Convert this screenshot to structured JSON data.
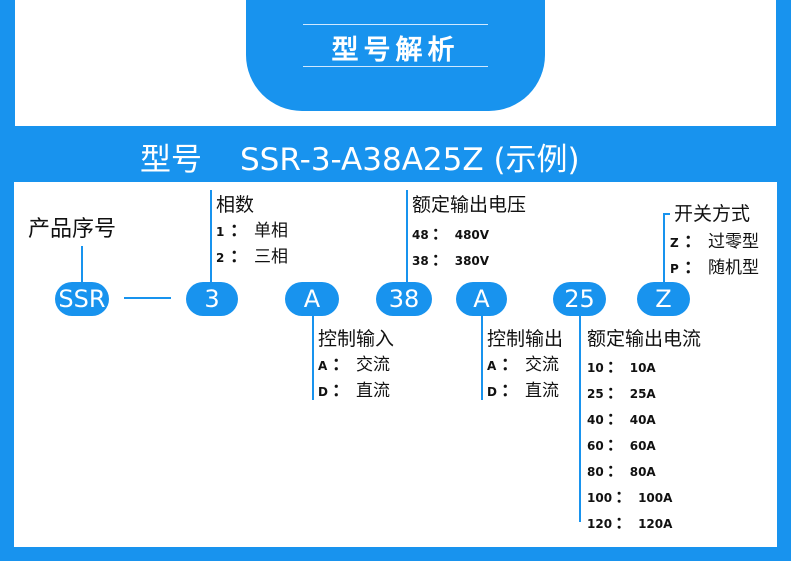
{
  "header": {
    "title": "型号解析",
    "model_label": "型号",
    "model_value": "SSR-3-A38A25Z (示例)"
  },
  "colors": {
    "accent": "#1893ee",
    "background": "#ffffff",
    "text": "#111111"
  },
  "segments": {
    "product": {
      "code": "SSR",
      "title": "产品序号"
    },
    "phase": {
      "code": "3",
      "title": "相数",
      "options": [
        {
          "code": "1",
          "text": "单相"
        },
        {
          "code": "2",
          "text": "三相"
        }
      ]
    },
    "input": {
      "code": "A",
      "title": "控制输入",
      "options": [
        {
          "code": "A",
          "text": "交流"
        },
        {
          "code": "D",
          "text": "直流"
        }
      ]
    },
    "voltage": {
      "code": "38",
      "title": "额定输出电压",
      "options": [
        {
          "code": "48",
          "text": "480V"
        },
        {
          "code": "38",
          "text": "380V"
        }
      ]
    },
    "output": {
      "code": "A",
      "title": "控制输出",
      "options": [
        {
          "code": "A",
          "text": "交流"
        },
        {
          "code": "D",
          "text": "直流"
        }
      ]
    },
    "current": {
      "code": "25",
      "title": "额定输出电流",
      "options": [
        {
          "code": "10",
          "text": "10A"
        },
        {
          "code": "25",
          "text": "25A"
        },
        {
          "code": "40",
          "text": "40A"
        },
        {
          "code": "60",
          "text": "60A"
        },
        {
          "code": "80",
          "text": "80A"
        },
        {
          "code": "100",
          "text": "100A"
        },
        {
          "code": "120",
          "text": "120A"
        }
      ]
    },
    "switch": {
      "code": "Z",
      "title": "开关方式",
      "options": [
        {
          "code": "Z",
          "text": "过零型"
        },
        {
          "code": "P",
          "text": "随机型"
        }
      ]
    }
  },
  "separator": "："
}
